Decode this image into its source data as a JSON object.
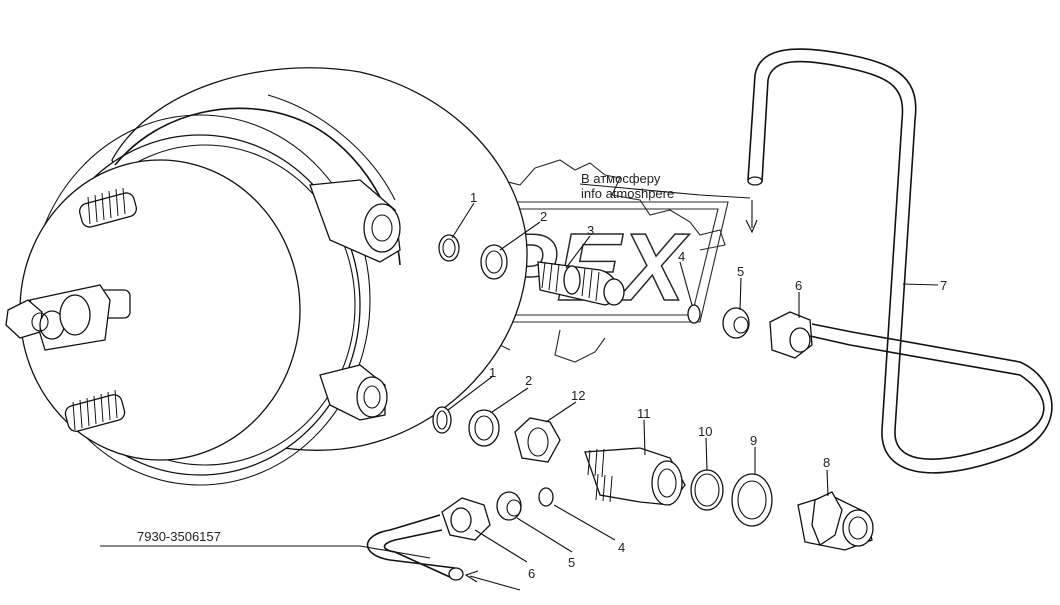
{
  "diagram": {
    "note_ru": "В атмосферу",
    "note_en": "info atmoshpere",
    "part_number": "7930-3506157",
    "watermark": "OPEX",
    "callouts": {
      "c1_top": "1",
      "c2_top": "2",
      "c3": "3",
      "c4_top": "4",
      "c5_top": "5",
      "c6_top": "6",
      "c7": "7",
      "c8": "8",
      "c9": "9",
      "c10": "10",
      "c11": "11",
      "c12": "12",
      "c1_bot": "1",
      "c2_bot": "2",
      "c4_bot": "4",
      "c5_bot": "5",
      "c6_bot": "6"
    }
  }
}
